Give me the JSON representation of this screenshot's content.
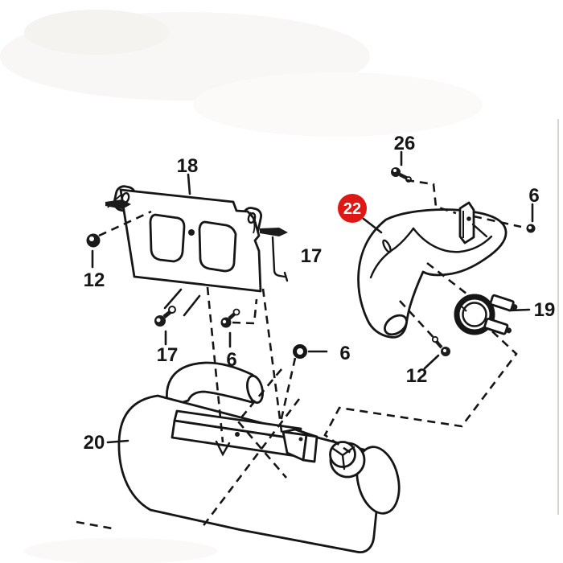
{
  "diagram": {
    "type": "exploded-parts-diagram",
    "background_color": "#ffffff",
    "line_color": "#161616",
    "highlight_color": "#dd1815",
    "highlight_text_color": "#ffffff",
    "callouts": [
      {
        "label": "18",
        "part": "mounting-plate"
      },
      {
        "label": "17",
        "part": "hook-rod-right"
      },
      {
        "label": "12",
        "part": "nut-left"
      },
      {
        "label": "17",
        "part": "bolt-lower-left"
      },
      {
        "label": "6",
        "part": "bolt-middle"
      },
      {
        "label": "6",
        "part": "washer-middle"
      },
      {
        "label": "20",
        "part": "muffler"
      },
      {
        "label": "26",
        "part": "bolt-top"
      },
      {
        "label": "6",
        "part": "nut-top-right"
      },
      {
        "label": "19",
        "part": "clamp"
      },
      {
        "label": "12",
        "part": "bolt-lower-right"
      },
      {
        "label": "22",
        "part": "exhaust-pipe",
        "highlighted": true
      }
    ]
  }
}
